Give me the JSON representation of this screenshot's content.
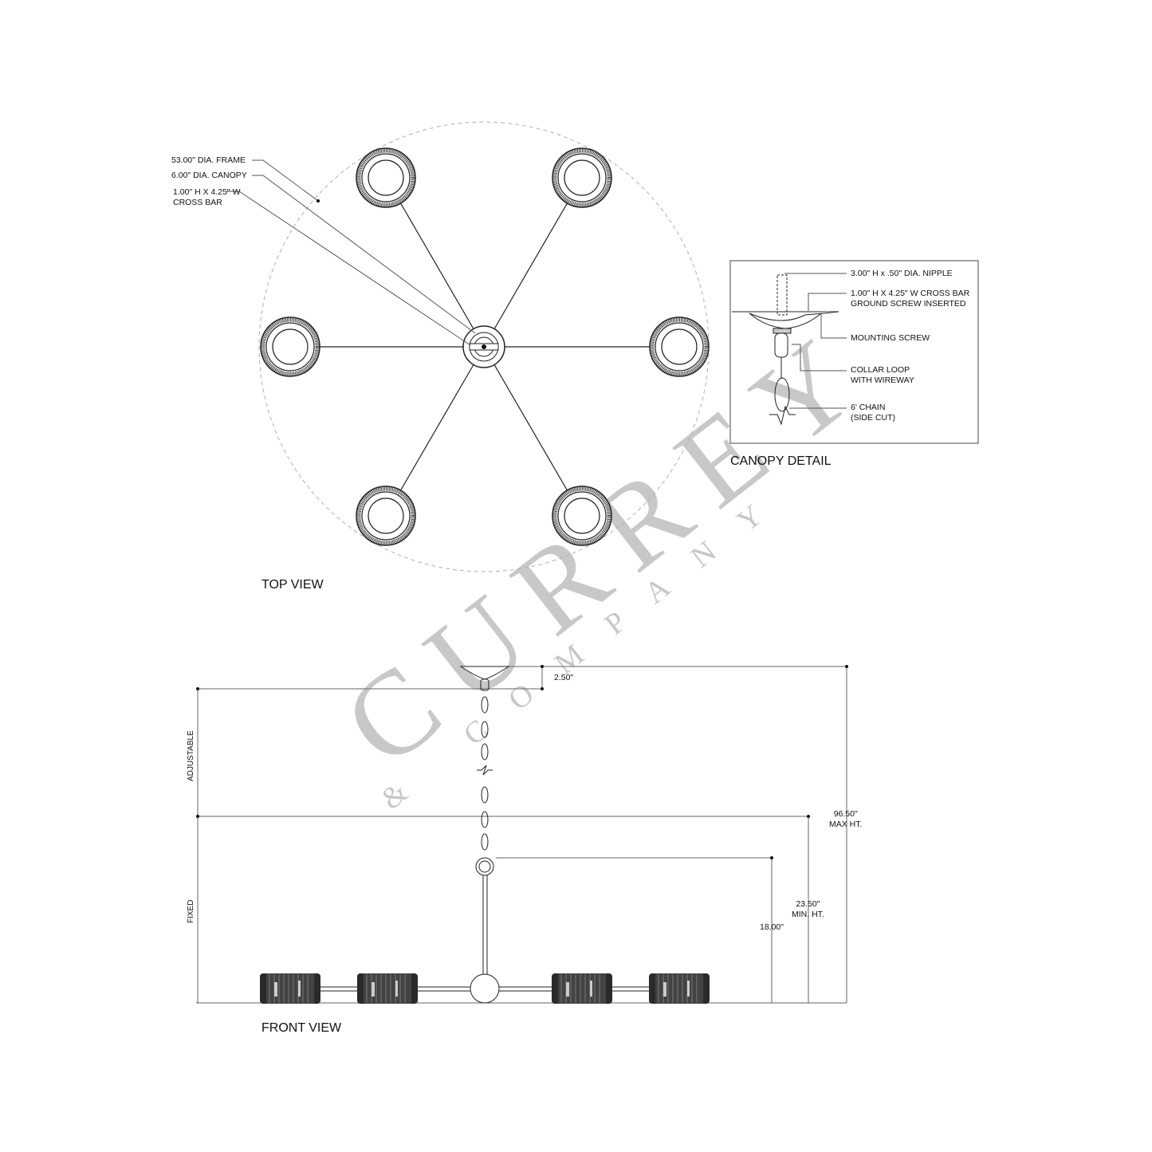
{
  "top_view": {
    "title": "TOP VIEW",
    "callouts": [
      {
        "text": "53.00\" DIA. FRAME"
      },
      {
        "text": "6.00\" DIA. CANOPY"
      },
      {
        "text": "1.00\" H X 4.25\" W\nCROSS BAR"
      }
    ]
  },
  "canopy_detail": {
    "title": "CANOPY DETAIL",
    "callouts": [
      {
        "text": "3.00\" H x .50\" DIA. NIPPLE"
      },
      {
        "text": "1.00\" H X 4.25\" W CROSS BAR\nGROUND SCREW INSERTED"
      },
      {
        "text": "MOUNTING SCREW"
      },
      {
        "text": "COLLAR LOOP\nWITH WIREWAY"
      },
      {
        "text": "6' CHAIN\n(SIDE CUT)"
      }
    ]
  },
  "front_view": {
    "title": "FRONT VIEW",
    "side_labels": {
      "adjustable": "ADJUSTABLE",
      "fixed": "FIXED"
    },
    "dimensions": {
      "canopy_height": "2.50\"",
      "max_height": "96.50\"\nMAX HT.",
      "min_height": "23.50\"\nMIN. HT.",
      "fixed_height": "18.00\""
    }
  },
  "watermark": {
    "main": "CURREY",
    "sub": "& COMPANY"
  },
  "colors": {
    "line": "#222222",
    "dim_line": "#666666",
    "dashed": "#b0b0b0",
    "watermark": "#c8c8c8"
  }
}
